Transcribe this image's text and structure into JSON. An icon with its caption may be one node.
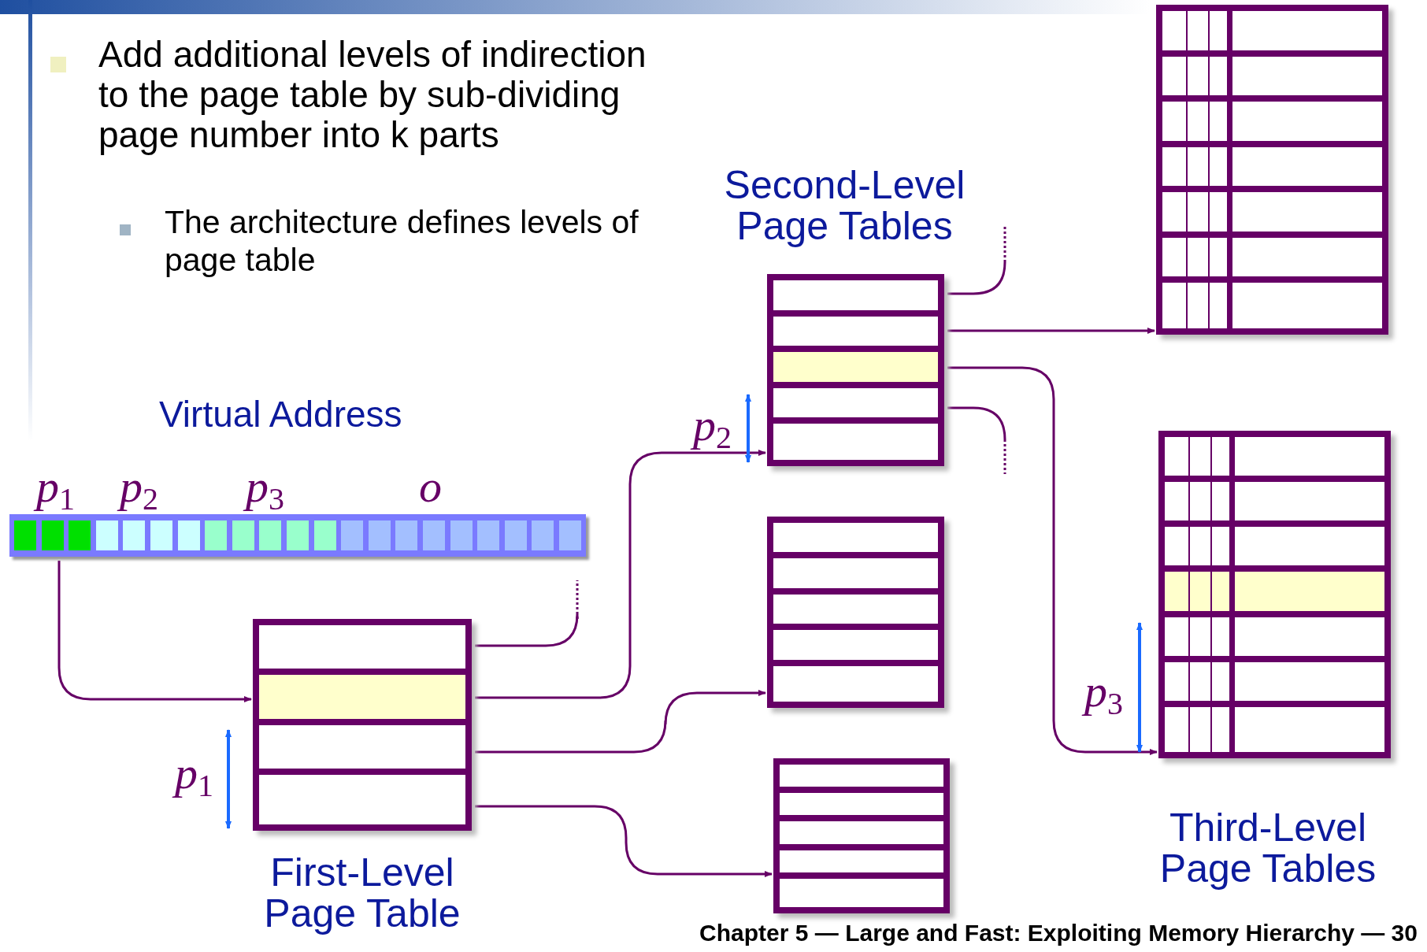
{
  "diagram": {
    "nodes": [
      {
        "text": [
          "Virtual Address"
        ],
        "beside": [
          "*p*$_{1}$",
          "*p*$_{2}$",
          "*p*$_{3}$",
          "*o*"
        ]
      },
      {
        "text": [
          "First-Level Page Table"
        ]
      },
      {
        "text": [
          "Second-Level Page Tables"
        ]
      },
      {
        "text": [],
        "shape": "box"
      },
      {
        "text": [],
        "shape": "box"
      },
      {
        "text": [],
        "shape": "box"
      },
      {
        "text": [
          "Third-Level Page Tables"
        ]
      }
    ],
    "edges": [
      {
        "from": 0,
        "to": 1,
        "arrow": "to"
      },
      {
        "from": 1,
        "to": null,
        "arrow": "none"
      },
      {
        "from": 1,
        "to": 2,
        "arrow": "to"
      },
      {
        "from": 1,
        "to": 3,
        "arrow": "to"
      },
      {
        "from": 1,
        "to": 4,
        "arrow": "to"
      },
      {
        "from": 2,
        "to": null,
        "arrow": "none"
      },
      {
        "from": 2,
        "to": 5,
        "arrow": "to"
      },
      {
        "from": 2,
        "to": 6,
        "arrow": "to"
      },
      {
        "from": 2,
        "to": null,
        "arrow": "none"
      }
    ],
    "labels": [
      "Add additional levels of indirection to the page table by sub-dividing page number into k parts",
      "The architecture defines levels of page table",
      "*p*$_{2}$",
      "*p*$_{3}$",
      "*p*$_{1}$",
      "Chapter 5 — Large and Fast: Exploiting Memory Hierarchy — 30"
    ]
  }
}
